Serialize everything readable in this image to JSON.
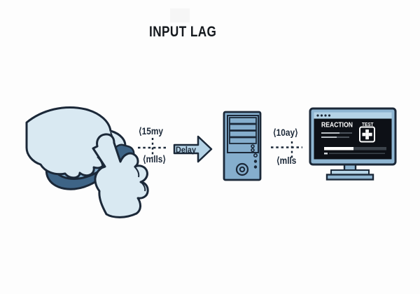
{
  "title": "INPUT LAG",
  "colors": {
    "background": "#fdfdfd",
    "ink_outline": "#1b2838",
    "hand_light_blue": "#d9e9f2",
    "device_mid_blue": "#85aecd",
    "device_dark_blue": "#3e6486",
    "accent_light_blue": "#b5d3e6",
    "screen_black": "#0d1016",
    "screen_white": "#ffffff"
  },
  "flow": {
    "hand_to_computer": {
      "top_label": "⟨15my",
      "bottom_label": "⟨mlls⟩"
    },
    "delay_arrow": {
      "label": "Delay"
    },
    "computer_to_monitor": {
      "top_label": "⟨10ay⟩",
      "bottom_label": "⟨mlls"
    }
  },
  "monitor": {
    "screen_heading": "REACTION",
    "screen_subheading": "TEST"
  },
  "icons": {
    "hand_on_mouse": "hand-on-mouse-icon",
    "mouse": "mouse-icon",
    "pointing_hand": "pointing-hand-icon",
    "delay_arrow": "delay-arrow-icon",
    "computer_tower": "computer-tower-icon",
    "power_button": "power-button-icon",
    "monitor": "monitor-icon",
    "window_dots": "window-dots-icon",
    "checkerboard": "checkerboard-test-pattern-icon",
    "dashed_cross": "dashed-cross-connector"
  }
}
